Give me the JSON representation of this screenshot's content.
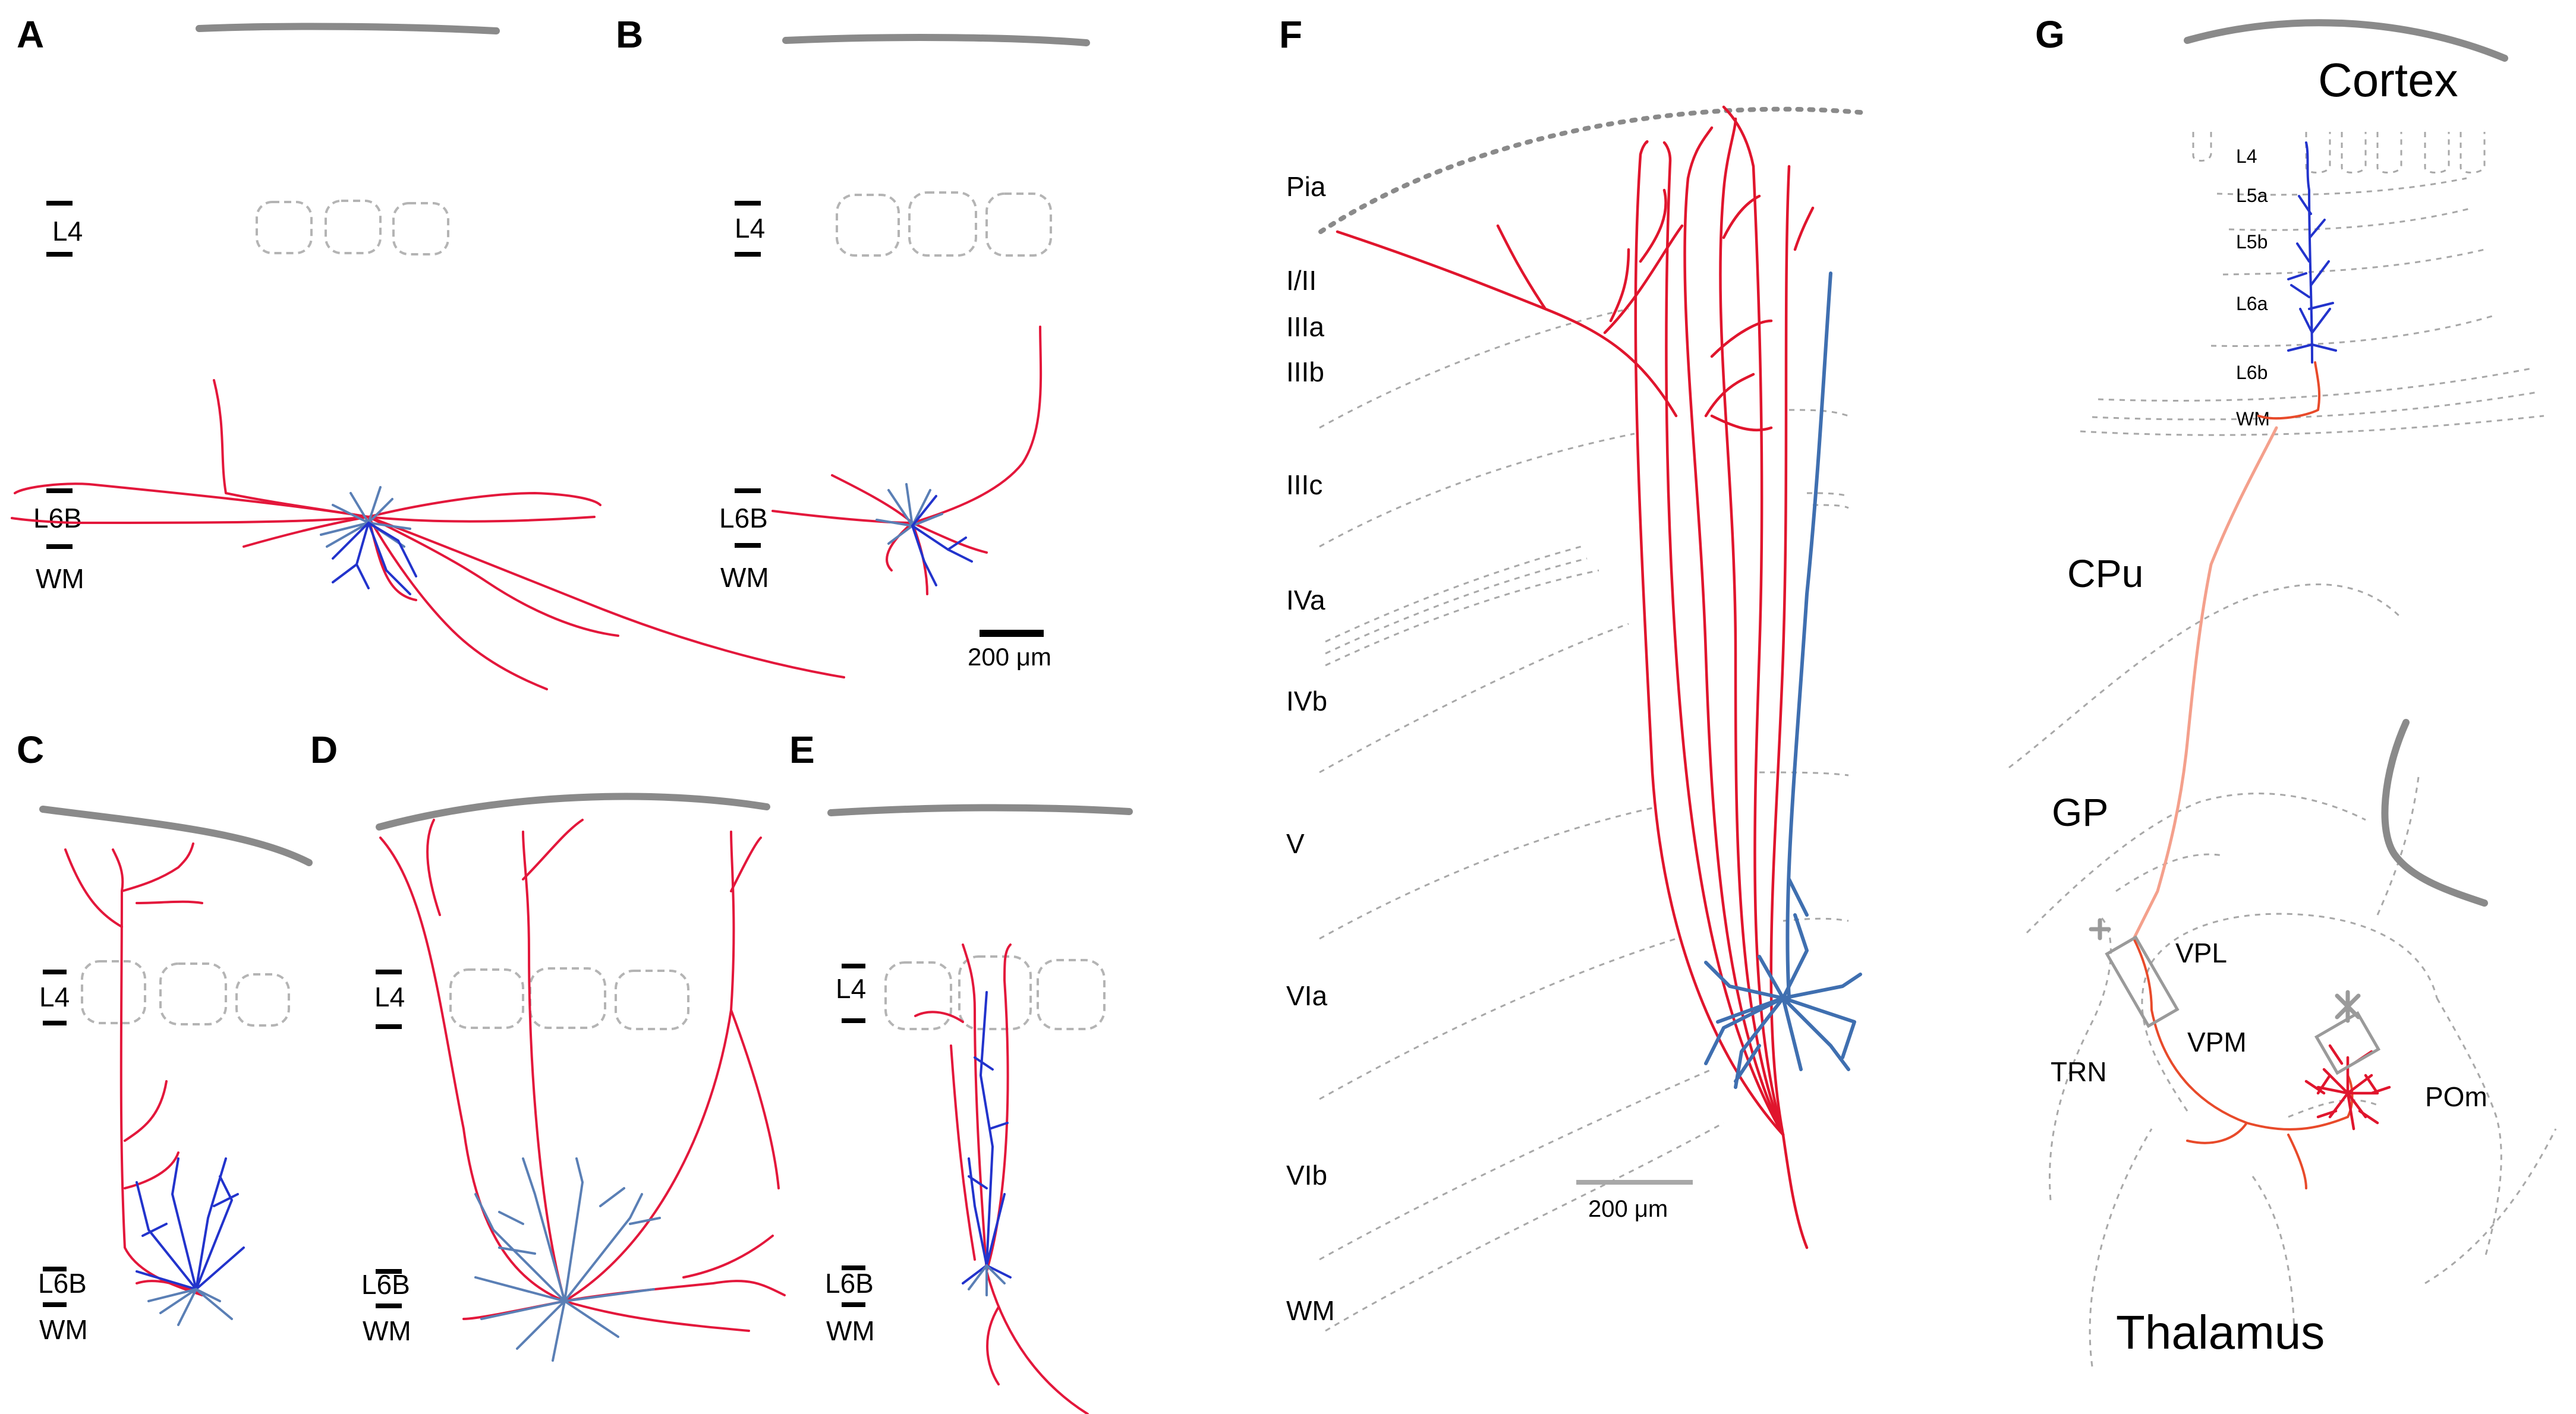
{
  "panels": {
    "A": {
      "letter": "A",
      "l4": "L4",
      "l6b": "L6B",
      "wm": "WM"
    },
    "B": {
      "letter": "B",
      "l4": "L4",
      "l6b": "L6B",
      "wm": "WM",
      "scale": "200 μm"
    },
    "C": {
      "letter": "C",
      "l4": "L4",
      "l6b": "L6B",
      "wm": "WM"
    },
    "D": {
      "letter": "D",
      "l4": "L4",
      "l6b": "L6B",
      "wm": "WM"
    },
    "E": {
      "letter": "E",
      "l4": "L4",
      "l6b": "L6B",
      "wm": "WM"
    },
    "F": {
      "letter": "F",
      "layers": [
        "Pia",
        "I/II",
        "IIIa",
        "IIIb",
        "IIIc",
        "IVa",
        "IVb",
        "V",
        "VIa",
        "VIb",
        "WM"
      ],
      "scale": "200 μm"
    },
    "G": {
      "letter": "G",
      "cortex": "Cortex",
      "thalamus": "Thalamus",
      "cortical_layers": [
        "L4",
        "L5a",
        "L5b",
        "L6a",
        "L6b",
        "WM"
      ],
      "regions": {
        "cpu": "CPu",
        "gp": "GP",
        "vpl": "VPL",
        "vpm": "VPM",
        "trn": "TRN",
        "pom": "POm"
      }
    }
  },
  "colors": {
    "axon": "#e3173b",
    "dendrite_blue": "#2233cc",
    "dendrite_grey_blue": "#5a7fb5",
    "guides": "#a8a8a8",
    "pia": "#8a8a8a"
  }
}
